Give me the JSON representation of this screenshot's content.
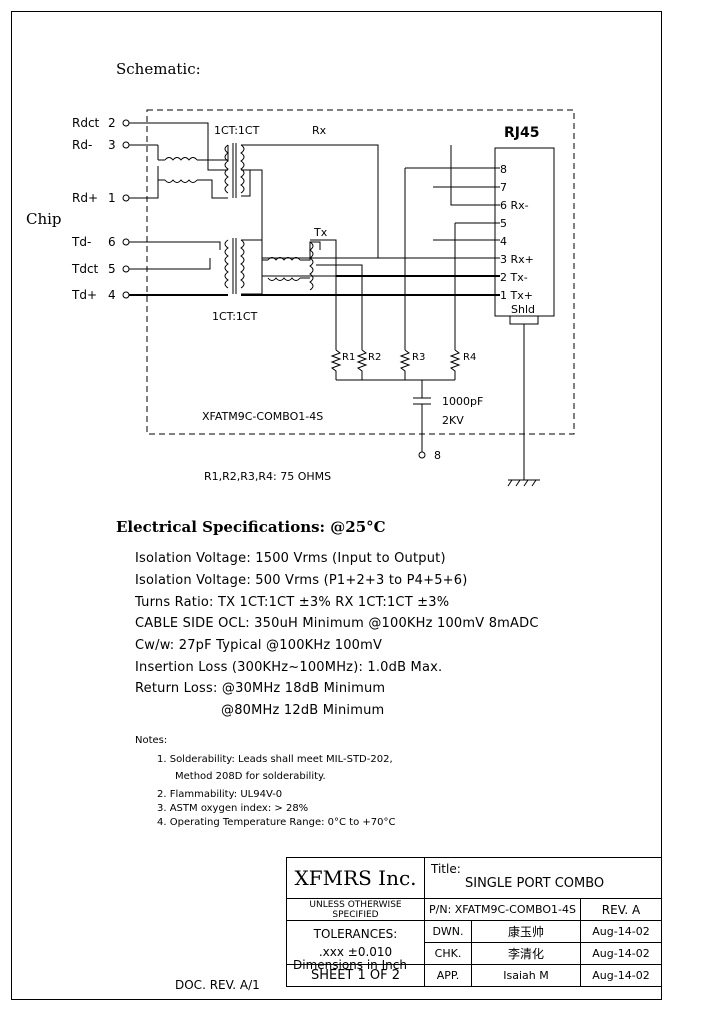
{
  "header": {
    "schematic_label": "Schematic:",
    "chip_label": "Chip"
  },
  "schematic": {
    "rj45_label": "RJ45",
    "chip_pins": [
      {
        "name": "Rdct",
        "num": "2"
      },
      {
        "name": "Rd-",
        "num": "3"
      },
      {
        "name": "Rd+",
        "num": "1"
      },
      {
        "name": "Td-",
        "num": "6"
      },
      {
        "name": "Tdct",
        "num": "5"
      },
      {
        "name": "Td+",
        "num": "4"
      }
    ],
    "transformer_top_label": "1CT:1CT",
    "transformer_bottom_label": "1CT:1CT",
    "rx_label": "Rx",
    "tx_label": "Tx",
    "rj45_pins": [
      "8",
      "7",
      "6  Rx-",
      "5",
      "4",
      "3  Rx+",
      "2  Tx-",
      "1  Tx+"
    ],
    "shield_label": "Shld",
    "resistors": [
      "R1",
      "R2",
      "R3",
      "R4"
    ],
    "capacitor_value": "1000pF",
    "capacitor_voltage": "2KV",
    "part_label": "XFATM9C-COMBO1-4S",
    "pin8_label": "8",
    "resistor_note": "R1,R2,R3,R4:  75  OHMS"
  },
  "electrical": {
    "title": "Electrical    Specifications:  @25°C",
    "lines": [
      "Isolation  Voltage:    1500  Vrms  (Input  to  Output)",
      "Isolation  Voltage:    500  Vrms  (P1+2+3  to  P4+5+6)",
      "Turns  Ratio:  TX  1CT:1CT  ±3%  RX  1CT:1CT  ±3%",
      "CABLE  SIDE  OCL:  350uH  Minimum  @100KHz  100mV  8mADC",
      "Cw/w:  27pF  Typical  @100KHz  100mV",
      "Insertion  Loss  (300KHz~100MHz):  1.0dB  Max.",
      "Return  Loss:  @30MHz    18dB  Minimum",
      "@80MHz    12dB  Minimum"
    ]
  },
  "notes": {
    "title": "Notes:",
    "items": [
      "1.  Solderability:  Leads  shall  meet  MIL-STD-202,",
      "Method  208D  for  solderability.",
      "2.  Flammability:  UL94V-0",
      "3.  ASTM  oxygen  index:  >  28%",
      "4.  Operating  Temperature  Range:  0°C  to  +70°C"
    ]
  },
  "title_block": {
    "company": "XFMRS  Inc.",
    "title_label": "Title:",
    "title": "SINGLE  PORT  COMBO",
    "unless": "UNLESS OTHERWISE SPECIFIED",
    "pn": "P/N:  XFATM9C-COMBO1-4S",
    "rev": "REV.  A",
    "tolerances": "TOLERANCES:",
    "tol_value": ".xxx  ±0.010",
    "dimensions": "Dimensions  in  Inch",
    "dwn_label": "DWN.",
    "dwn_name": "康玉帅",
    "dwn_date": "Aug-14-02",
    "chk_label": "CHK.",
    "chk_name": "李清化",
    "chk_date": "Aug-14-02",
    "sheet": "SHEET  1  OF  2",
    "app_label": "APP.",
    "app_name": "Isaiah  M",
    "app_date": "Aug-14-02",
    "doc_rev": "DOC.  REV.  A/1"
  }
}
